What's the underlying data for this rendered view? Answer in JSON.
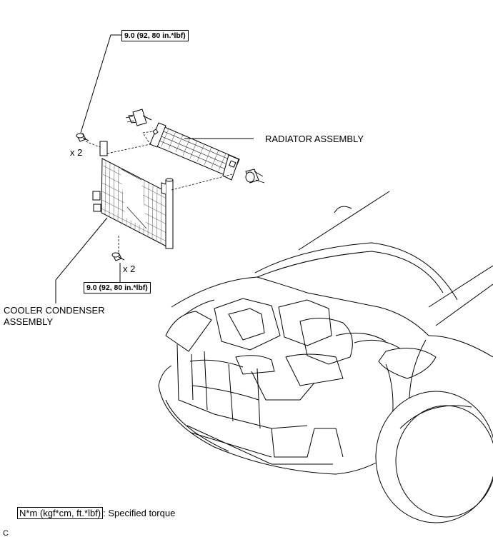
{
  "torque_top": "9.0 (92, 80 in.*lbf)",
  "torque_bottom": "9.0 (92, 80 in.*lbf)",
  "qty_top": "x 2",
  "qty_bottom": "x 2",
  "radiator_label": "RADIATOR ASSEMBLY",
  "condenser_label_line1": "COOLER CONDENSER",
  "condenser_label_line2": "ASSEMBLY",
  "legend": {
    "unit": "N*m (kgf*cm, ft.*lbf)",
    "desc": ": Specified torque"
  },
  "corner_code": "C",
  "icons": [
    "bolt-icon",
    "condenser-drawing",
    "radiator-drawing",
    "vehicle-front-drawing"
  ]
}
